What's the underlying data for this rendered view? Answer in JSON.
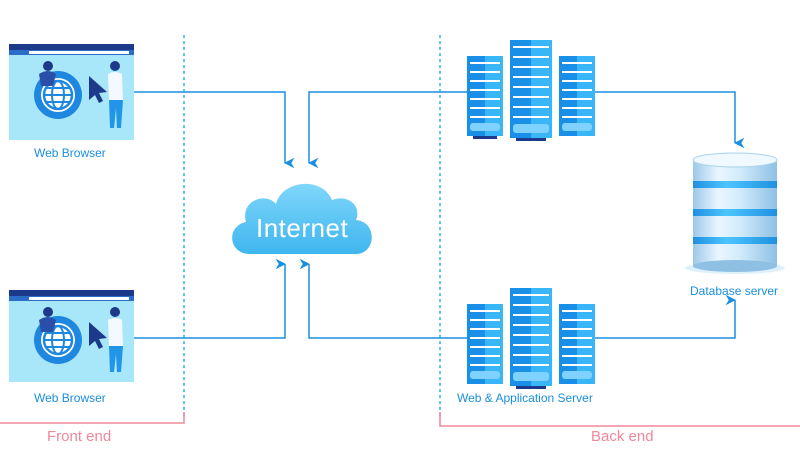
{
  "diagram": {
    "nodes": {
      "browser_top": {
        "label": "Web Browser"
      },
      "browser_bottom": {
        "label": "Web Browser"
      },
      "internet": {
        "label": "Internet"
      },
      "app_server_top": {
        "label": ""
      },
      "app_server_bottom": {
        "label": "Web & Application Server"
      },
      "database": {
        "label": "Database server"
      }
    },
    "sections": {
      "front_end": {
        "label": "Front end"
      },
      "back_end": {
        "label": "Back end"
      }
    },
    "edges": [
      {
        "from": "browser_top",
        "to": "internet"
      },
      {
        "from": "browser_bottom",
        "to": "internet"
      },
      {
        "from": "app_server_top",
        "to": "internet"
      },
      {
        "from": "app_server_bottom",
        "to": "internet"
      },
      {
        "from": "app_server_top",
        "to": "database"
      },
      {
        "from": "app_server_bottom",
        "to": "database"
      }
    ],
    "colors": {
      "line": "#1a8fe0",
      "divider": "#29b8e0",
      "section": "#f08898",
      "cloud": "#5cc8f5",
      "server_dark": "#1a8fe8",
      "server_light": "#38b6f8",
      "browser_bg": "#a8e6fa",
      "browser_bar": "#1d3a8a"
    }
  }
}
